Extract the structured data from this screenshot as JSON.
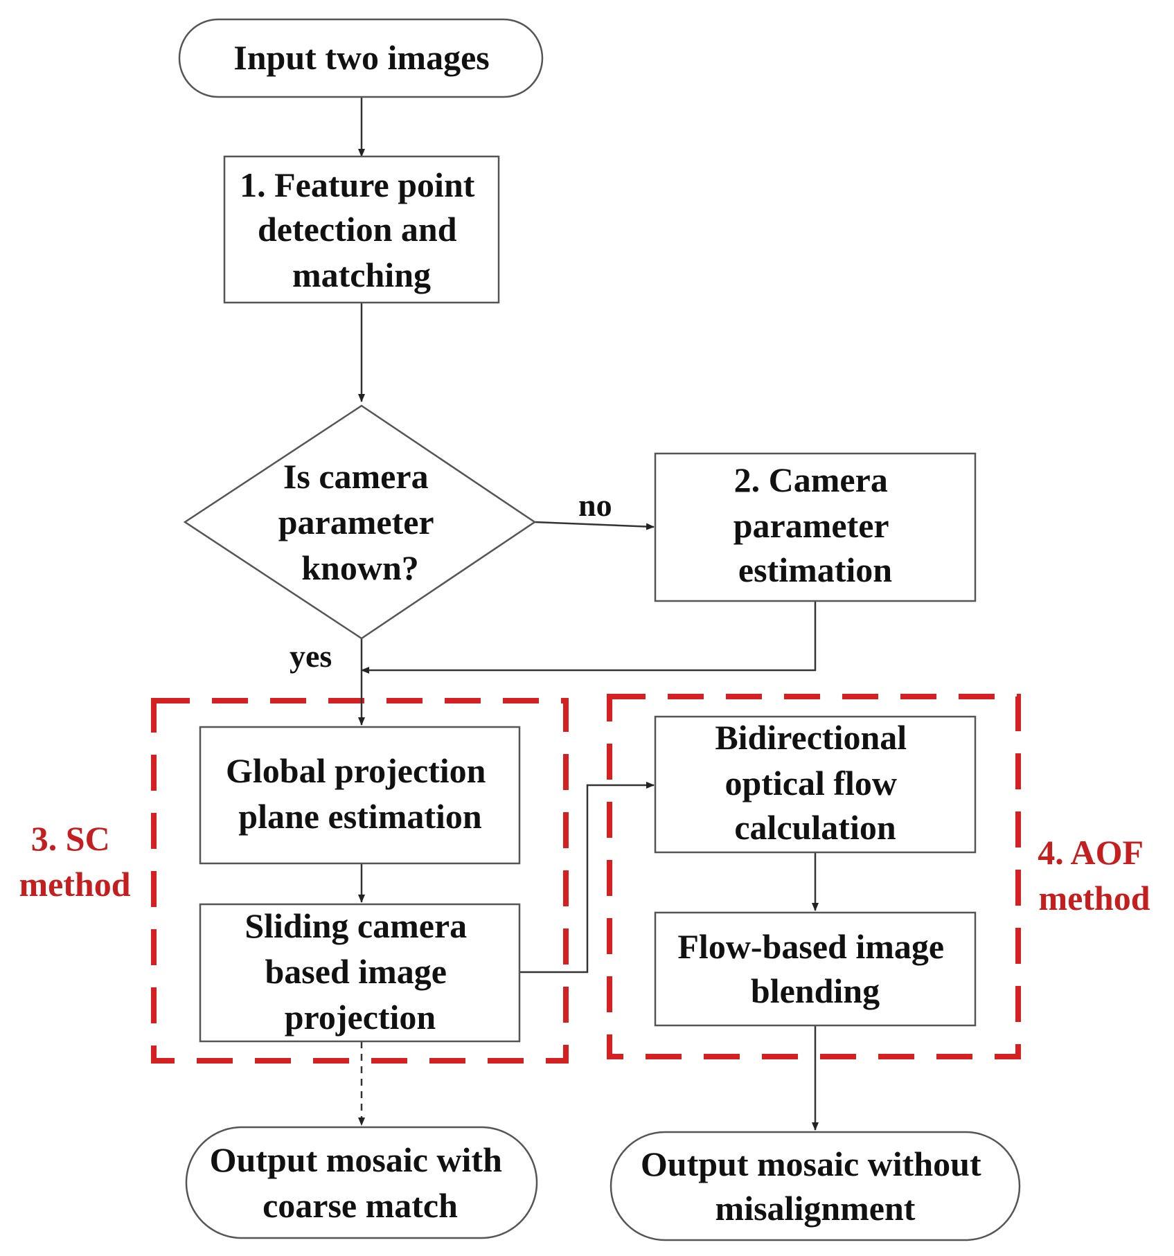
{
  "nodes": {
    "input": {
      "lines": [
        "Input two images"
      ]
    },
    "feature": {
      "lines": [
        "1. Feature point",
        "detection and",
        "matching"
      ]
    },
    "decision": {
      "lines": [
        "Is camera",
        "parameter",
        "known?"
      ]
    },
    "camera_est": {
      "lines": [
        "2. Camera",
        "parameter",
        "estimation"
      ]
    },
    "global_plane": {
      "lines": [
        "Global projection",
        "plane estimation"
      ]
    },
    "sliding": {
      "lines": [
        "Sliding camera",
        "based image",
        "projection"
      ]
    },
    "bidirectional": {
      "lines": [
        "Bidirectional",
        "optical flow",
        "calculation"
      ]
    },
    "blending": {
      "lines": [
        "Flow-based image",
        "blending"
      ]
    },
    "output_coarse": {
      "lines": [
        "Output mosaic with",
        "coarse match"
      ]
    },
    "output_final": {
      "lines": [
        "Output mosaic without",
        "misalignment"
      ]
    }
  },
  "edge_labels": {
    "no": "no",
    "yes": "yes"
  },
  "groups": {
    "sc": {
      "lines": [
        "3. SC",
        "method"
      ]
    },
    "aof": {
      "lines": [
        "4. AOF",
        "method"
      ]
    }
  },
  "colors": {
    "group_dash": "#d42020",
    "group_text": "#c41e1e"
  }
}
